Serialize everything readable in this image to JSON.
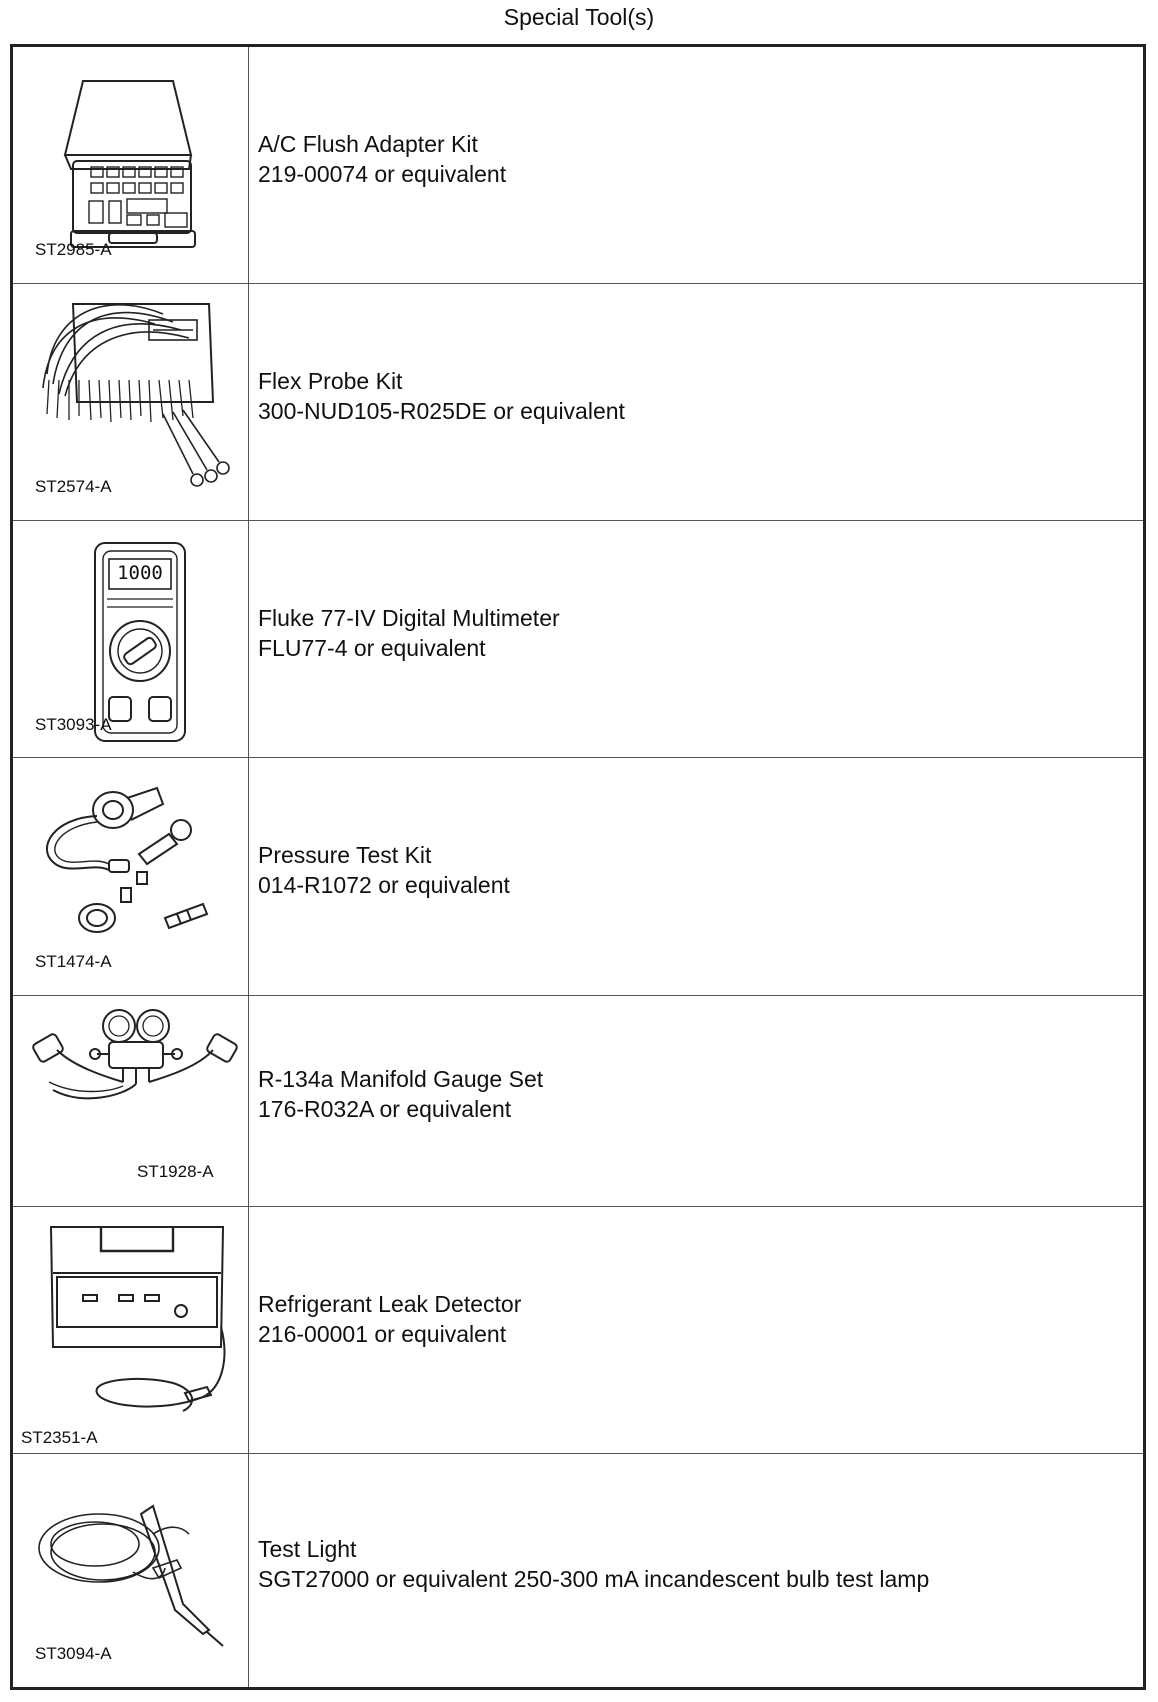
{
  "title": "Special Tool(s)",
  "tools": [
    {
      "code": "ST2985-A",
      "name": "A/C Flush Adapter Kit",
      "part": "219-00074 or equivalent",
      "icon": "tool-case-icon"
    },
    {
      "code": "ST2574-A",
      "name": "Flex Probe Kit",
      "part": "300-NUD105-R025DE or equivalent",
      "icon": "probe-kit-icon"
    },
    {
      "code": "ST3093-A",
      "name": "Fluke 77-IV Digital Multimeter",
      "part": "FLU77-4 or equivalent",
      "icon": "multimeter-icon",
      "display_reading": "1000"
    },
    {
      "code": "ST1474-A",
      "name": "Pressure Test Kit",
      "part": "014-R1072 or equivalent",
      "icon": "pressure-test-kit-icon"
    },
    {
      "code": "ST1928-A",
      "name": "R-134a Manifold Gauge Set",
      "part": "176-R032A or equivalent",
      "icon": "manifold-gauge-icon"
    },
    {
      "code": "ST2351-A",
      "name": "Refrigerant Leak Detector",
      "part": "216-00001 or equivalent",
      "icon": "leak-detector-icon"
    },
    {
      "code": "ST3094-A",
      "name": "Test Light",
      "part": "SGT27000 or equivalent 250-300 mA incandescent bulb test lamp",
      "icon": "test-light-icon"
    }
  ]
}
